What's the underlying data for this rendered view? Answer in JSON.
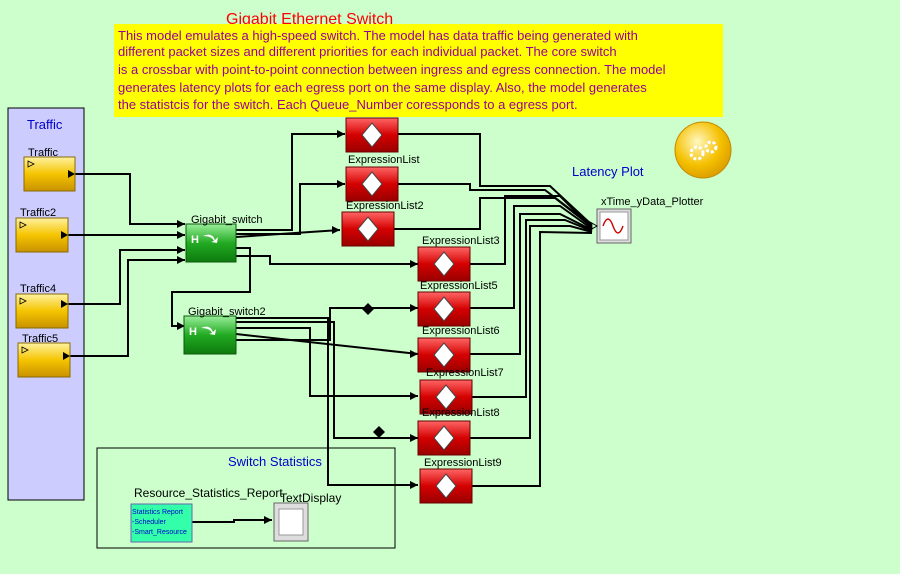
{
  "title": "Gigabit Ethernet Switch",
  "description_lines": [
    "This model emulates a high-speed switch.  The model has data traffic being generated with",
    "different packet sizes and different priorities for each individual packet. The core switch",
    "is a crossbar with point-to-point connection between ingress and egress connection. The model",
    "generates latency plots for each egress port on the same display.  Also, the model generates",
    "the statistcis for the switch. Each Queue_Number coressponds to a egress port."
  ],
  "traffic_group": {
    "title": "Traffic",
    "sources": [
      "Traffic",
      "Traffic2",
      "Traffic4",
      "Traffic5"
    ]
  },
  "switches": [
    "Gigabit_switch",
    "Gigabit_switch2"
  ],
  "expression_lists": [
    "ExpressionList",
    "ExpressionList2",
    "ExpressionList3",
    "ExpressionList5",
    "ExpressionList6",
    "ExpressionList7",
    "ExpressionList8",
    "ExpressionList9"
  ],
  "latency_plot": {
    "title": "Latency Plot",
    "plotter": "xTime_yData_Plotter"
  },
  "switch_statistics": {
    "title": "Switch Statistics",
    "report_label": "Resource_Statistics_Report",
    "report_lines": [
      "Statistics Report",
      "-Scheduler",
      "-Smart_Resource"
    ],
    "display_label": "TextDisplay"
  },
  "colors": {
    "background": "#ccffcc",
    "note": "#ffff00",
    "note_text": "#990099",
    "title": "#ff0000",
    "traffic_panel": "#ccccff",
    "label_blue": "#0000cc",
    "block_red": "#cc0000",
    "block_green": "#33bb33",
    "block_gold": "#ffcc00",
    "report_fill": "#33ffaa"
  }
}
